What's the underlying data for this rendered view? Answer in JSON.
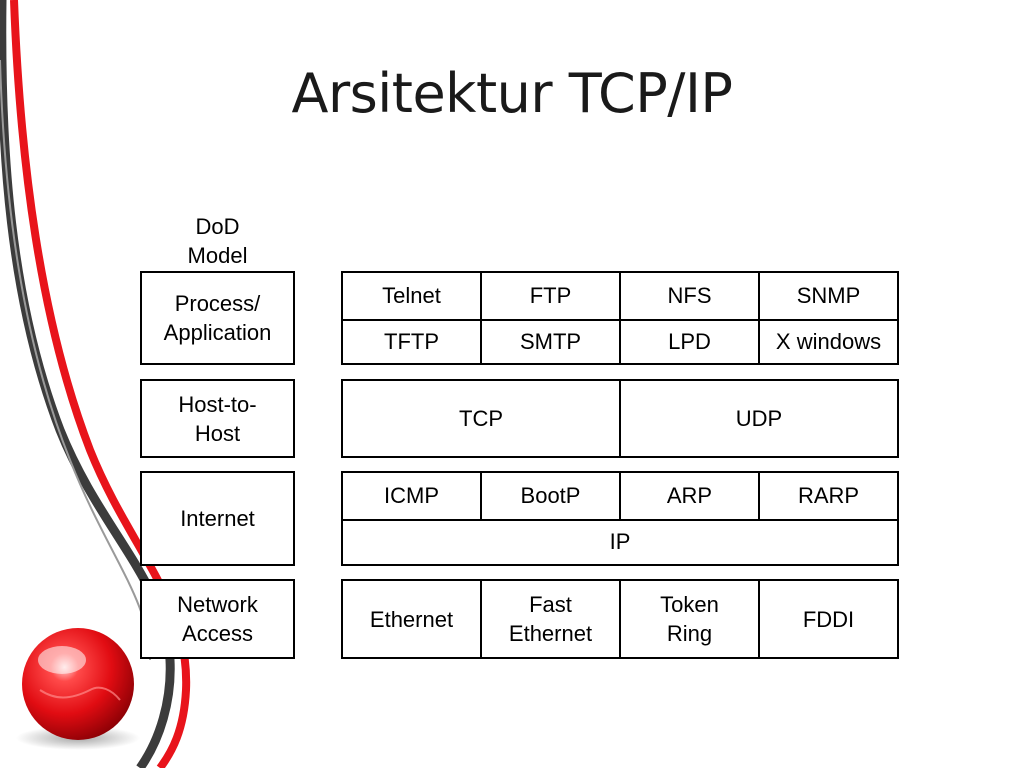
{
  "slide": {
    "title": "Arsitektur TCP/IP"
  },
  "dod": {
    "heading_line1": "DoD",
    "heading_line2": "Model",
    "layers": [
      {
        "line1": "Process/",
        "line2": "Application"
      },
      {
        "line1": "Host-to-",
        "line2": "Host"
      },
      {
        "line1": "Internet",
        "line2": ""
      },
      {
        "line1": "Network",
        "line2": "Access"
      }
    ]
  },
  "protocols": {
    "application_row1": [
      "Telnet",
      "FTP",
      "NFS",
      "SNMP"
    ],
    "application_row2": [
      "TFTP",
      "SMTP",
      "LPD",
      "X windows"
    ],
    "transport": [
      "TCP",
      "UDP"
    ],
    "internet_row1": [
      "ICMP",
      "BootP",
      "ARP",
      "RARP"
    ],
    "internet_row2": "IP",
    "network_access": [
      {
        "line1": "Ethernet",
        "line2": ""
      },
      {
        "line1": "Fast",
        "line2": "Ethernet"
      },
      {
        "line1": "Token",
        "line2": "Ring"
      },
      {
        "line1": "FDDI",
        "line2": ""
      }
    ]
  },
  "colors": {
    "accent_red": "#e8141b",
    "accent_gray": "#3c3c3c",
    "border": "#000000"
  },
  "icons": {
    "decor_ribbon": "red-gray-ribbon-curve",
    "decor_sphere": "red-glossy-sphere"
  }
}
